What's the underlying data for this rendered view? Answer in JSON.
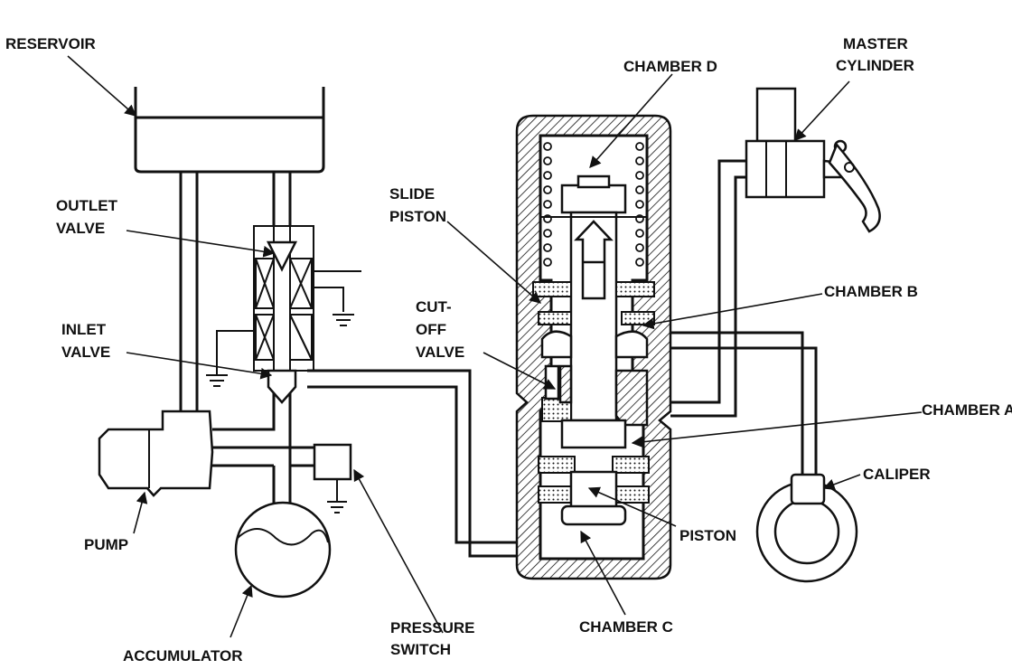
{
  "labels": {
    "reservoir": "RESERVOIR",
    "outlet_valve": [
      "OUTLET",
      "VALVE"
    ],
    "inlet_valve": [
      "INLET",
      "VALVE"
    ],
    "pump": "PUMP",
    "accumulator": "ACCUMULATOR",
    "pressure_switch": [
      "PRESSURE",
      "SWITCH"
    ],
    "chamber_d": "CHAMBER D",
    "slide_piston": [
      "SLIDE",
      "PISTON"
    ],
    "cut_off_valve": [
      "CUT-",
      "OFF",
      "VALVE"
    ],
    "chamber_c": "CHAMBER C",
    "piston": "PISTON",
    "master_cylinder": [
      "MASTER",
      "CYLINDER"
    ],
    "chamber_b": "CHAMBER B",
    "chamber_a": "CHAMBER A",
    "caliper": "CALIPER"
  }
}
